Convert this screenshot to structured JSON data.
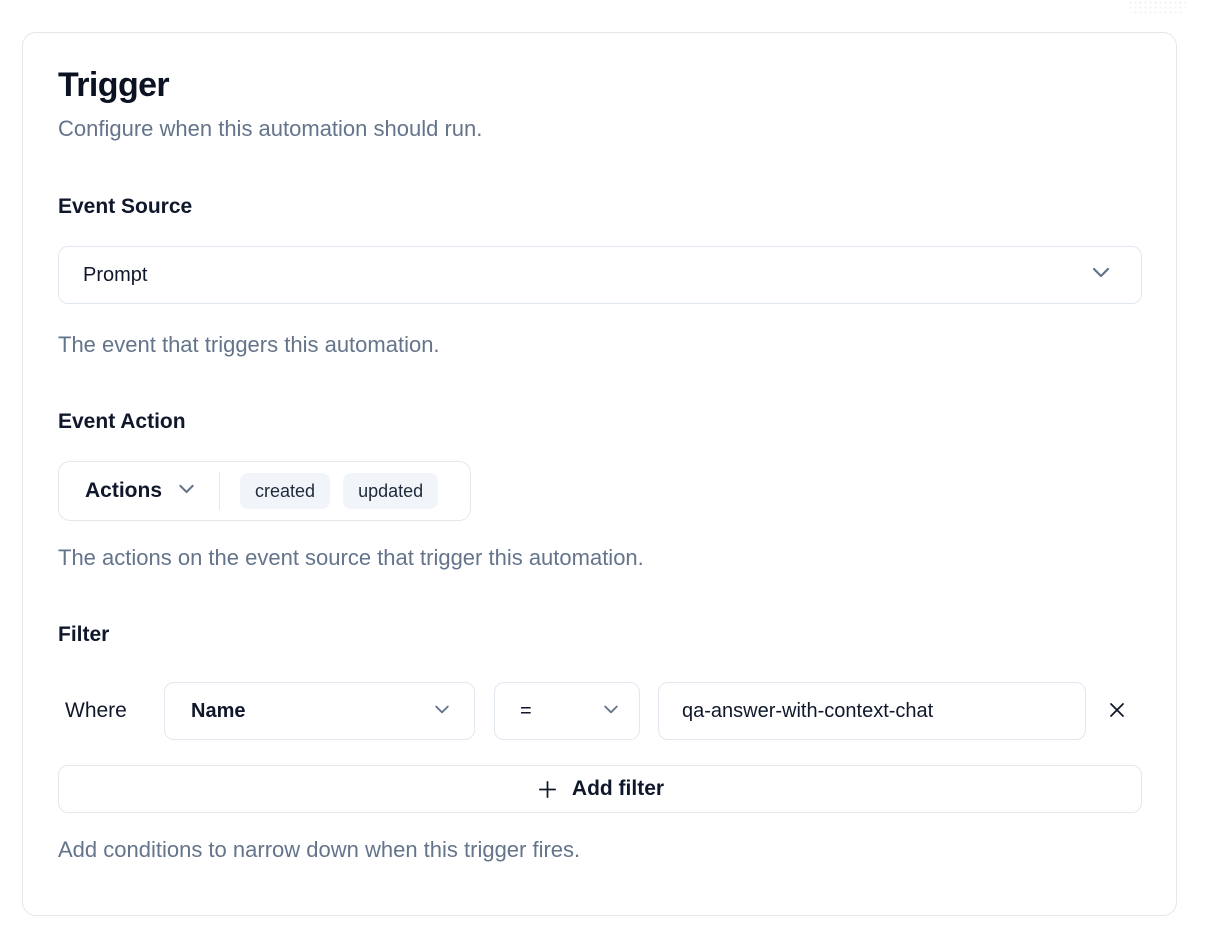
{
  "header": {
    "title": "Trigger",
    "subtitle": "Configure when this automation should run."
  },
  "event_source": {
    "label": "Event Source",
    "selected": "Prompt",
    "help": "The event that triggers this automation."
  },
  "event_action": {
    "label": "Event Action",
    "dropdown_label": "Actions",
    "badges": [
      "created",
      "updated"
    ],
    "help": "The actions on the event source that trigger this automation."
  },
  "filter": {
    "label": "Filter",
    "where_label": "Where",
    "field_selected": "Name",
    "operator_selected": "=",
    "value": "qa-answer-with-context-chat",
    "add_button_label": "Add filter",
    "help": "Add conditions to narrow down when this trigger fires."
  },
  "icons": {
    "chevron_down": "chevron-down-icon",
    "close": "close-icon",
    "plus": "plus-icon"
  },
  "colors": {
    "background": "#ffffff",
    "card_border": "#e5e7eb",
    "control_border": "#e2e8f0",
    "text_primary": "#0f172a",
    "text_muted": "#64748b",
    "badge_bg": "#f1f5f9"
  }
}
